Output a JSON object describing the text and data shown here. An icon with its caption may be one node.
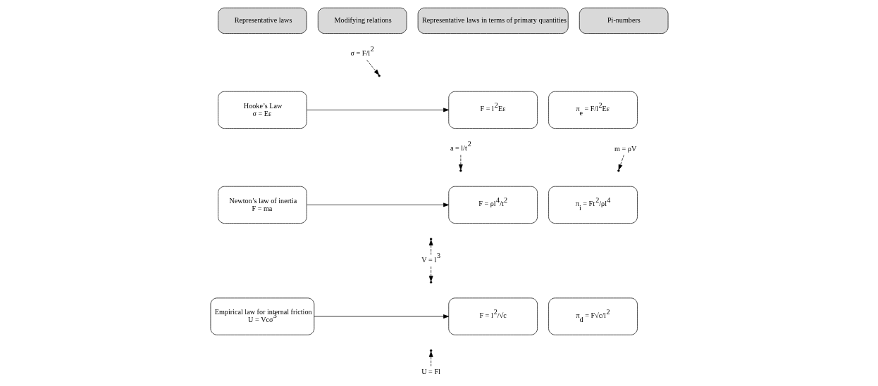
{
  "diagram": {
    "nodes": [
      {
        "text": [
          "Representative laws"
        ]
      },
      {
        "text": [
          "Modifying relations"
        ]
      },
      {
        "text": [
          "Representative laws in terms of primary quantities"
        ]
      },
      {
        "text": [
          "Pi-numbers"
        ]
      },
      {
        "text": [
          "Hooke’s Law",
          "σ = Eε"
        ]
      },
      {
        "text": [
          "σ = F/l$^{2}$"
        ]
      },
      {
        "text": [
          "F = l$^{2}$Eε"
        ]
      },
      {
        "text": [
          "π$_{e}$ = F/l$^{2}$Eε"
        ]
      },
      {
        "text": [
          "a = l/t$^{2}$"
        ]
      },
      {
        "text": [
          "Newton’s law of inertia",
          "F = ma"
        ]
      },
      {
        "text": [
          "m = ρV"
        ]
      },
      {
        "text": [
          "F = ρl$^{4}$/t$^{2}$"
        ]
      },
      {
        "text": [
          "π$_{i}$ = Ft$^{2}$/ρl$^{4}$"
        ]
      },
      {
        "text": [
          "V = l$^{3}$"
        ]
      },
      {
        "text": [
          "Empirical law for internal friction",
          "U = Vcσ$^{3}$"
        ]
      },
      {
        "text": [
          "F = l$^{2}$/√c"
        ]
      },
      {
        "text": [
          "π$_{d}$ = F√c/l$^{2}$"
        ]
      },
      {
        "text": [
          "U = Fl"
        ]
      }
    ],
    "edges": [
      {
        "from": 4,
        "to": 6,
        "arrow": "to"
      },
      {
        "from": 9,
        "to": 11,
        "arrow": "to"
      },
      {
        "from": 14,
        "to": 15,
        "arrow": "to"
      },
      {
        "from": 5,
        "to": null,
        "arrow": "to",
        "style": "dashed"
      },
      {
        "from": 8,
        "to": null,
        "arrow": "to",
        "style": "dashed"
      },
      {
        "from": 10,
        "to": null,
        "arrow": "to",
        "style": "dashed"
      },
      {
        "from": 13,
        "to": null,
        "arrow": "to",
        "style": "dashed"
      },
      {
        "from": 13,
        "to": null,
        "arrow": "to",
        "style": "dashed"
      },
      {
        "from": 17,
        "to": null,
        "arrow": "to",
        "style": "dashed"
      }
    ]
  }
}
